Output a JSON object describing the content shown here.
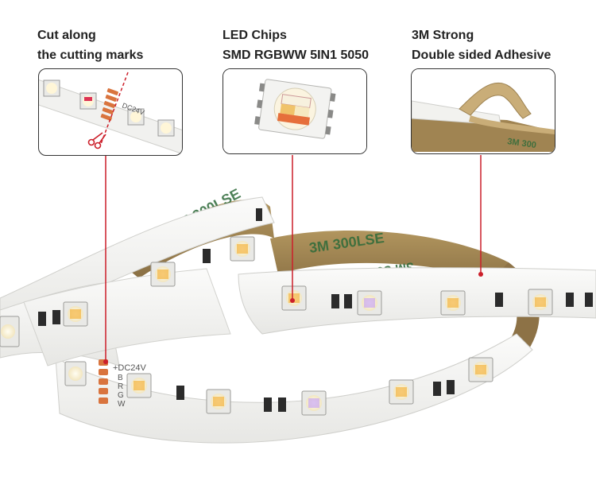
{
  "callouts": [
    {
      "line1": "Cut along",
      "line2": "the cutting marks"
    },
    {
      "line1": "LED Chips",
      "line2": "SMD RGBWW 5IN1 5050"
    },
    {
      "line1": "3M Strong",
      "line2": "Double sided Adhesive"
    }
  ],
  "tape_text": {
    "tape_a": "3M 300LSE",
    "tape_b": "3M 300LSE",
    "tape_c": "3M 300"
  },
  "pcb_text": {
    "voltage": "+DC24V",
    "pins": [
      "B",
      "R",
      "G",
      "W"
    ],
    "inset_voltage": "DC24V"
  },
  "colors": {
    "pcb": "#f4f4f2",
    "tape": "#9c8150",
    "tape_print": "#2f6b3a",
    "pointer": "#cc1f2a",
    "pad": "#d9743e"
  }
}
